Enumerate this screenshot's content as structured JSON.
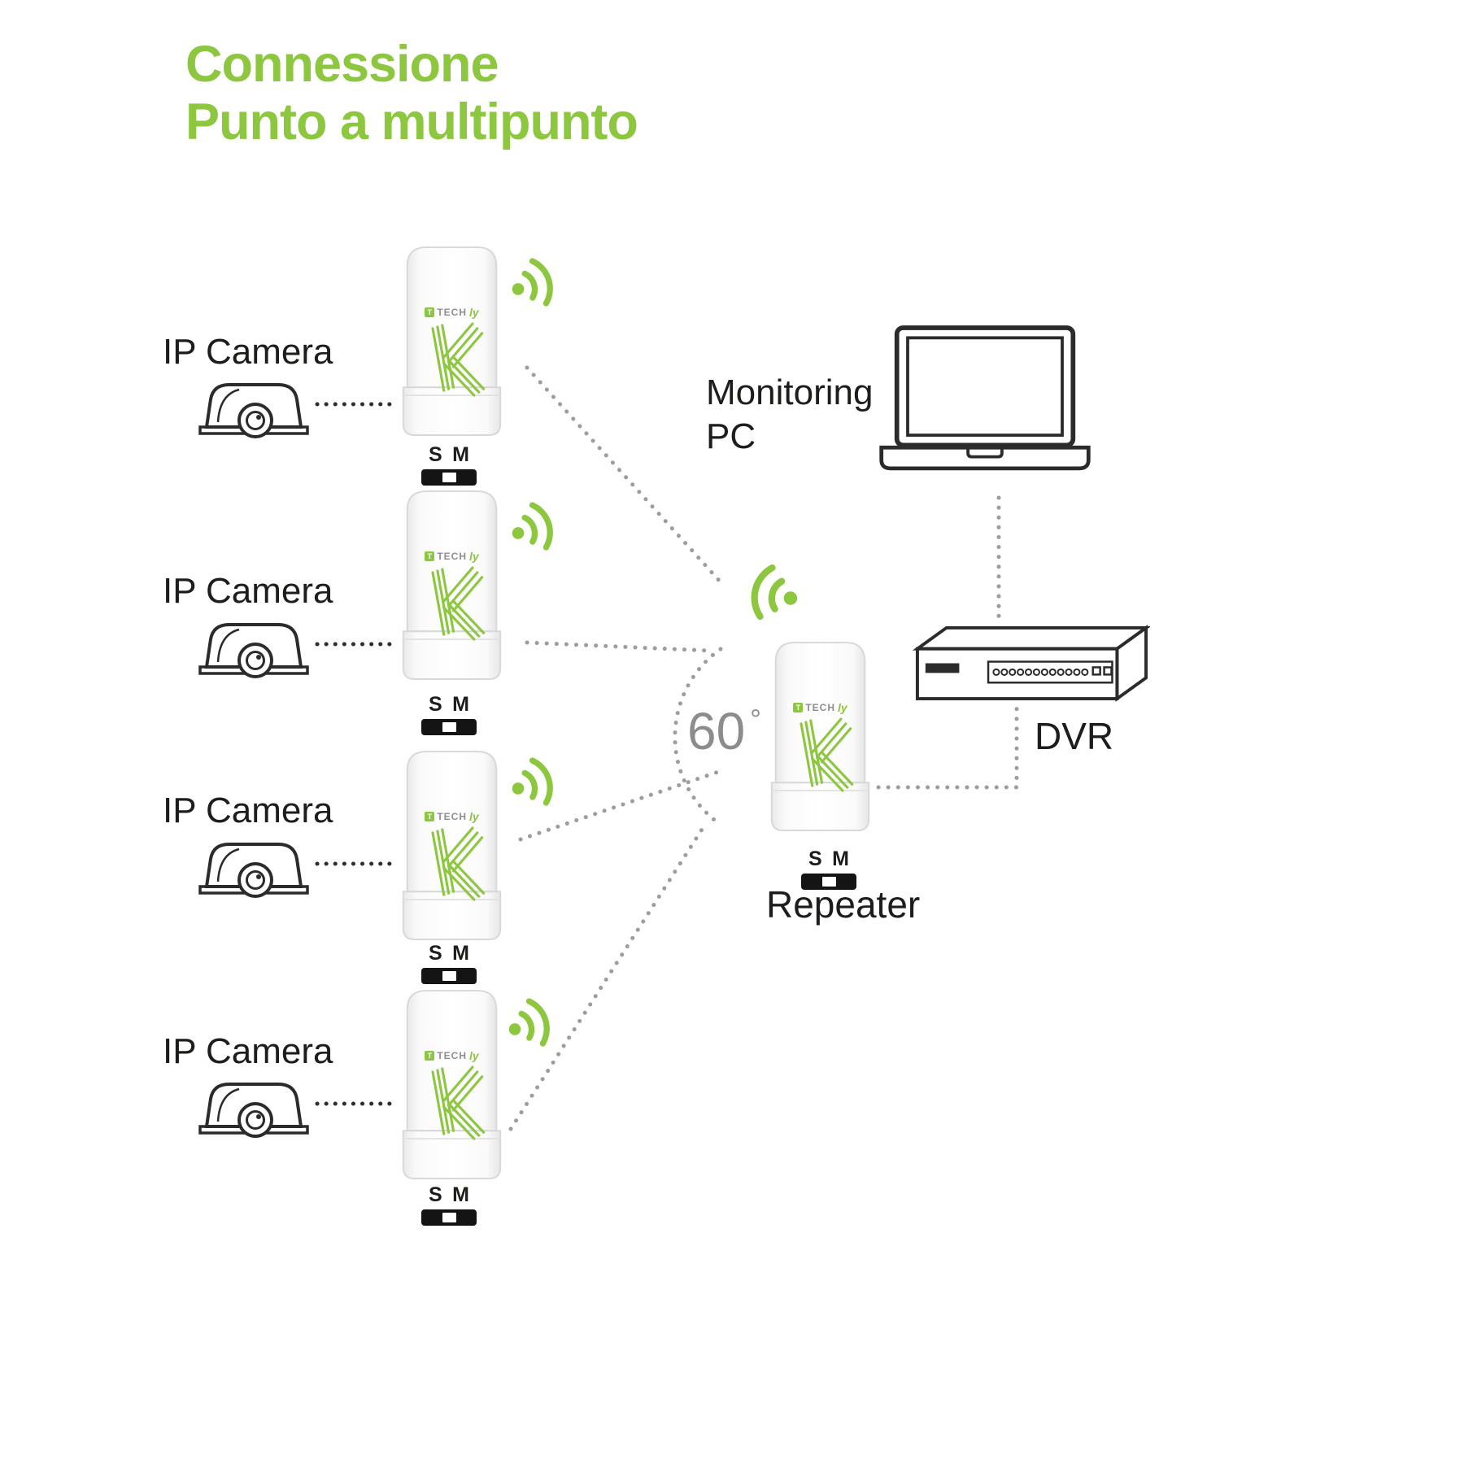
{
  "title": {
    "line1": "Connessione",
    "line2": "Punto a multipunto"
  },
  "ip_cameras": [
    {
      "label": "IP Camera"
    },
    {
      "label": "IP Camera"
    },
    {
      "label": "IP Camera"
    },
    {
      "label": "IP Camera"
    }
  ],
  "repeater": {
    "label": "Repeater"
  },
  "monitoring_pc": {
    "line1": "Monitoring",
    "line2": "PC"
  },
  "dvr": {
    "label": "DVR"
  },
  "angle": {
    "value": "60",
    "unit": "°"
  },
  "switch": {
    "left": "S",
    "right": "M"
  },
  "brand": {
    "logo_letter": "T",
    "name_main": "TECH",
    "name_accent": "ly"
  },
  "colors": {
    "accent_green": "#8dc63f",
    "text_dark": "#1d1d1b",
    "line_gray": "#9d9d9c"
  }
}
